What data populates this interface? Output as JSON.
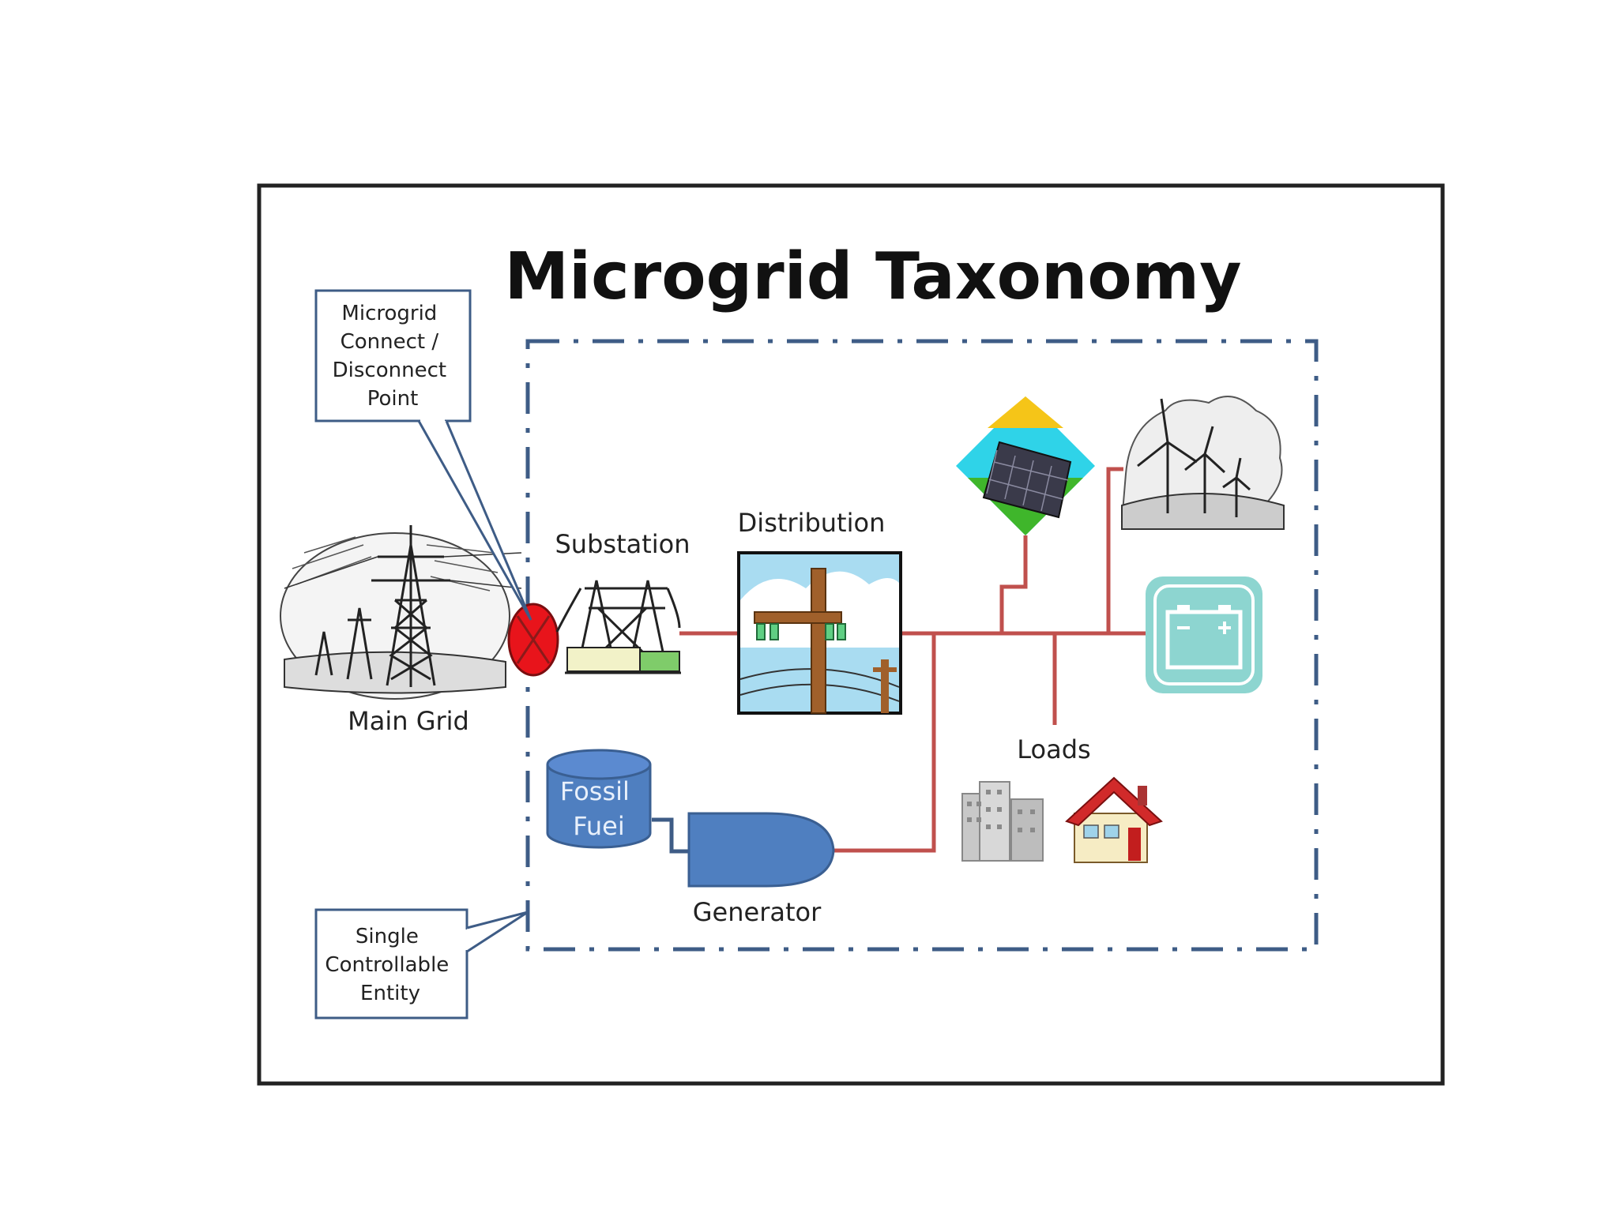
{
  "title": "Microgrid Taxonomy",
  "callouts": {
    "connect_point": [
      "Microgrid",
      "Connect /",
      "Disconnect",
      "Point"
    ],
    "single_entity": [
      "Single",
      "Controllable",
      "Entity"
    ]
  },
  "labels": {
    "main_grid": "Main Grid",
    "substation": "Substation",
    "distribution": "Distribution",
    "loads": "Loads",
    "generator": "Generator",
    "fossil_fuel": [
      "Fossil",
      "Fuei"
    ]
  },
  "icons": {
    "main_grid": "transmission-tower-icon",
    "switch": "disconnect-switch-icon",
    "substation": "substation-icon",
    "distribution": "utility-pole-icon",
    "solar": "solar-panel-icon",
    "wind": "wind-turbine-icon",
    "battery": "battery-icon",
    "commercial_load": "office-building-icon",
    "residential_load": "house-icon",
    "fuel": "fuel-tank-icon",
    "generator": "generator-icon"
  },
  "colors": {
    "power_line": "#c0504d",
    "boundary": "#3e5c86",
    "switch": "#e8141b",
    "generator_fill": "#4f7fc0",
    "frame": "#222222"
  }
}
